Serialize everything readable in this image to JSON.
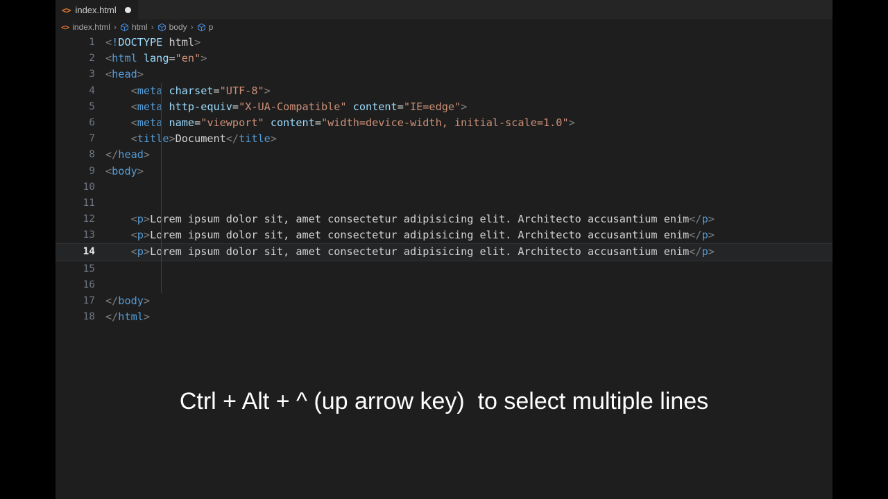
{
  "window": {
    "background_color": "#1e1e1e",
    "letterbox_color": "#000000"
  },
  "tab": {
    "icon": "html-file-icon",
    "label": "index.html",
    "dirty_indicator": "●"
  },
  "breadcrumb": {
    "file_icon": "html-file-icon",
    "items": [
      {
        "label": "index.html",
        "icon": "html-file-icon"
      },
      {
        "label": "html",
        "icon": "symbol-cube-icon"
      },
      {
        "label": "body",
        "icon": "symbol-cube-icon"
      },
      {
        "label": "p",
        "icon": "symbol-cube-icon"
      }
    ],
    "separator": "›"
  },
  "editor": {
    "active_line": 14,
    "total_lines": 18,
    "colors": {
      "tag": "#569cd6",
      "attribute": "#9cdcfe",
      "string": "#ce9178",
      "text": "#d4d4d4",
      "punctuation": "#808080",
      "line_number": "#6e7681",
      "active_line_number": "#e8e8e8"
    },
    "lines": [
      {
        "n": "1",
        "indent": 0,
        "tokens": [
          {
            "t": "punct",
            "v": "<"
          },
          {
            "t": "bang",
            "v": "!"
          },
          {
            "t": "doctype",
            "v": "DOCTYPE"
          },
          {
            "t": "text",
            "v": " "
          },
          {
            "t": "text",
            "v": "html"
          },
          {
            "t": "punct",
            "v": ">"
          }
        ]
      },
      {
        "n": "2",
        "indent": 0,
        "tokens": [
          {
            "t": "punct",
            "v": "<"
          },
          {
            "t": "tag",
            "v": "html"
          },
          {
            "t": "text",
            "v": " "
          },
          {
            "t": "attr",
            "v": "lang"
          },
          {
            "t": "eq",
            "v": "="
          },
          {
            "t": "str",
            "v": "\"en\""
          },
          {
            "t": "punct",
            "v": ">"
          }
        ]
      },
      {
        "n": "3",
        "indent": 0,
        "tokens": [
          {
            "t": "punct",
            "v": "<"
          },
          {
            "t": "tag",
            "v": "head"
          },
          {
            "t": "punct",
            "v": ">"
          }
        ]
      },
      {
        "n": "4",
        "indent": 1,
        "tokens": [
          {
            "t": "punct",
            "v": "<"
          },
          {
            "t": "tag",
            "v": "meta"
          },
          {
            "t": "text",
            "v": " "
          },
          {
            "t": "attr",
            "v": "charset"
          },
          {
            "t": "eq",
            "v": "="
          },
          {
            "t": "str",
            "v": "\"UTF-8\""
          },
          {
            "t": "punct",
            "v": ">"
          }
        ]
      },
      {
        "n": "5",
        "indent": 1,
        "tokens": [
          {
            "t": "punct",
            "v": "<"
          },
          {
            "t": "tag",
            "v": "meta"
          },
          {
            "t": "text",
            "v": " "
          },
          {
            "t": "attr",
            "v": "http-equiv"
          },
          {
            "t": "eq",
            "v": "="
          },
          {
            "t": "str",
            "v": "\"X-UA-Compatible\""
          },
          {
            "t": "text",
            "v": " "
          },
          {
            "t": "attr",
            "v": "content"
          },
          {
            "t": "eq",
            "v": "="
          },
          {
            "t": "str",
            "v": "\"IE=edge\""
          },
          {
            "t": "punct",
            "v": ">"
          }
        ]
      },
      {
        "n": "6",
        "indent": 1,
        "tokens": [
          {
            "t": "punct",
            "v": "<"
          },
          {
            "t": "tag",
            "v": "meta"
          },
          {
            "t": "text",
            "v": " "
          },
          {
            "t": "attr",
            "v": "name"
          },
          {
            "t": "eq",
            "v": "="
          },
          {
            "t": "str",
            "v": "\"viewport\""
          },
          {
            "t": "text",
            "v": " "
          },
          {
            "t": "attr",
            "v": "content"
          },
          {
            "t": "eq",
            "v": "="
          },
          {
            "t": "str",
            "v": "\"width=device-width, initial-scale=1.0\""
          },
          {
            "t": "punct",
            "v": ">"
          }
        ]
      },
      {
        "n": "7",
        "indent": 1,
        "tokens": [
          {
            "t": "punct",
            "v": "<"
          },
          {
            "t": "tag",
            "v": "title"
          },
          {
            "t": "punct",
            "v": ">"
          },
          {
            "t": "text",
            "v": "Document"
          },
          {
            "t": "punct",
            "v": "</"
          },
          {
            "t": "tag",
            "v": "title"
          },
          {
            "t": "punct",
            "v": ">"
          }
        ]
      },
      {
        "n": "8",
        "indent": 0,
        "tokens": [
          {
            "t": "punct",
            "v": "</"
          },
          {
            "t": "tag",
            "v": "head"
          },
          {
            "t": "punct",
            "v": ">"
          }
        ]
      },
      {
        "n": "9",
        "indent": 0,
        "tokens": [
          {
            "t": "punct",
            "v": "<"
          },
          {
            "t": "tag",
            "v": "body"
          },
          {
            "t": "punct",
            "v": ">"
          }
        ]
      },
      {
        "n": "10",
        "indent": 0,
        "tokens": []
      },
      {
        "n": "11",
        "indent": 0,
        "tokens": []
      },
      {
        "n": "12",
        "indent": 1,
        "tokens": [
          {
            "t": "punct",
            "v": "<"
          },
          {
            "t": "tag",
            "v": "p"
          },
          {
            "t": "punct",
            "v": ">"
          },
          {
            "t": "text",
            "v": "Lorem ipsum dolor sit, amet consectetur adipisicing elit. Architecto accusantium enim"
          },
          {
            "t": "punct",
            "v": "</"
          },
          {
            "t": "tag",
            "v": "p"
          },
          {
            "t": "punct",
            "v": ">"
          }
        ]
      },
      {
        "n": "13",
        "indent": 1,
        "tokens": [
          {
            "t": "punct",
            "v": "<"
          },
          {
            "t": "tag",
            "v": "p"
          },
          {
            "t": "punct",
            "v": ">"
          },
          {
            "t": "text",
            "v": "Lorem ipsum dolor sit, amet consectetur adipisicing elit. Architecto accusantium enim"
          },
          {
            "t": "punct",
            "v": "</"
          },
          {
            "t": "tag",
            "v": "p"
          },
          {
            "t": "punct",
            "v": ">"
          }
        ]
      },
      {
        "n": "14",
        "indent": 1,
        "tokens": [
          {
            "t": "punct",
            "v": "<"
          },
          {
            "t": "tag",
            "v": "p"
          },
          {
            "t": "punct",
            "v": ">"
          },
          {
            "t": "text",
            "v": "Lorem ipsum dolor sit, amet consectetur adipisicing elit. Architecto accusantium enim"
          },
          {
            "t": "punct",
            "v": "</"
          },
          {
            "t": "tag",
            "v": "p"
          },
          {
            "t": "punct",
            "v": ">"
          }
        ]
      },
      {
        "n": "15",
        "indent": 0,
        "tokens": []
      },
      {
        "n": "16",
        "indent": 0,
        "tokens": []
      },
      {
        "n": "17",
        "indent": 0,
        "tokens": [
          {
            "t": "punct",
            "v": "</"
          },
          {
            "t": "tag",
            "v": "body"
          },
          {
            "t": "punct",
            "v": ">"
          }
        ]
      },
      {
        "n": "18",
        "indent": 0,
        "tokens": [
          {
            "t": "punct",
            "v": "</"
          },
          {
            "t": "tag",
            "v": "html"
          },
          {
            "t": "punct",
            "v": ">"
          }
        ]
      }
    ]
  },
  "caption": {
    "text": "Ctrl + Alt + ^ (up arrow key)  to select multiple lines"
  }
}
